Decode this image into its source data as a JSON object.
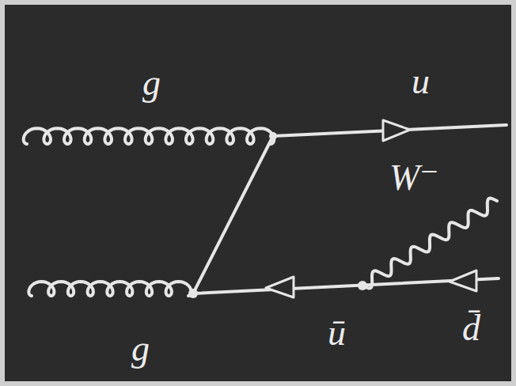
{
  "diagram": {
    "labels": [
      "g",
      "u",
      "W⁻",
      "g",
      "ū",
      "d̄"
    ]
  }
}
